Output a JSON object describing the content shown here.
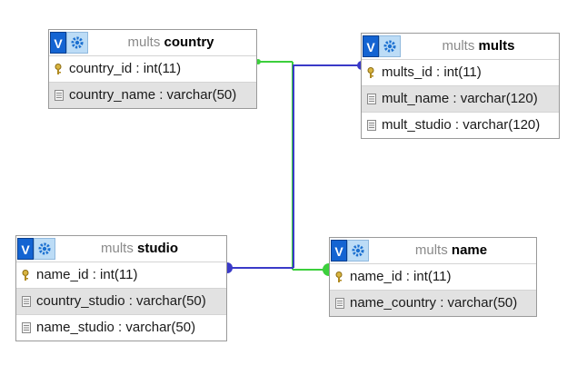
{
  "tables": {
    "country": {
      "db": "mults",
      "name": "country",
      "cols": [
        {
          "text": "country_id : int(11)",
          "icon": "key-icon"
        },
        {
          "text": "country_name : varchar(50)",
          "icon": "column-icon"
        }
      ]
    },
    "mults": {
      "db": "mults",
      "name": "mults",
      "cols": [
        {
          "text": "mults_id : int(11)",
          "icon": "key-icon"
        },
        {
          "text": "mult_name : varchar(120)",
          "icon": "column-icon"
        },
        {
          "text": "mult_studio : varchar(120)",
          "icon": "column-icon"
        }
      ]
    },
    "studio": {
      "db": "mults",
      "name": "studio",
      "cols": [
        {
          "text": "name_id : int(11)",
          "icon": "key-icon"
        },
        {
          "text": "country_studio : varchar(50)",
          "icon": "column-icon"
        },
        {
          "text": "name_studio : varchar(50)",
          "icon": "column-icon"
        }
      ]
    },
    "name": {
      "db": "mults",
      "name": "name",
      "cols": [
        {
          "text": "name_id : int(11)",
          "icon": "key-icon"
        },
        {
          "text": "name_country : varchar(50)",
          "icon": "column-icon"
        }
      ]
    }
  },
  "header_buttons": {
    "toggle_label": "V",
    "toggle_icon": "toggle-v-icon",
    "options_icon": "gear-icon"
  },
  "colors": {
    "link_green": "#3ccf3c",
    "link_blue": "#3a3ac8",
    "toggle_blue": "#1464d2",
    "options_bg": "#bcdcf6"
  }
}
